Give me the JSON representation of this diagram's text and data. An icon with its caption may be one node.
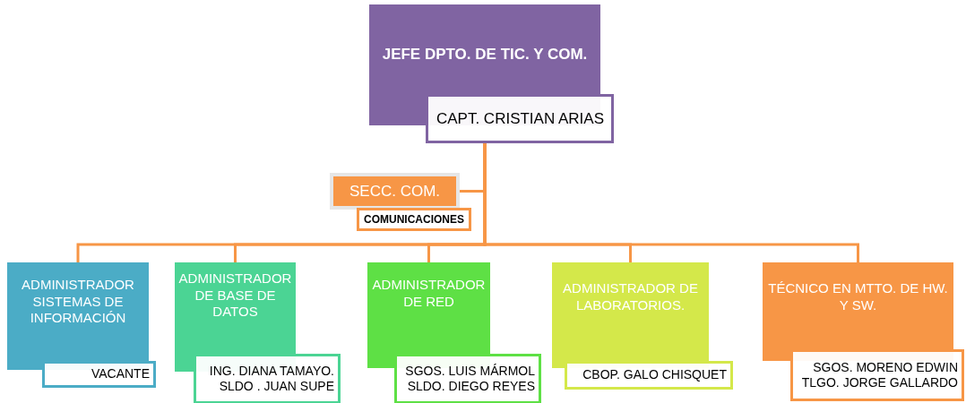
{
  "diagram": {
    "nodes": [
      {
        "text": [
          "JEFE DPTO. DE TIC. Y COM.",
          "CAPT. CRISTIAN ARIAS"
        ]
      },
      {
        "text": [
          "SECC. COM.",
          "COMUNICACIONES"
        ]
      },
      {
        "text": [
          "ADMINISTRADOR SISTEMAS DE INFORMACIÓN",
          "VACANTE"
        ]
      },
      {
        "text": [
          "ADMINISTRADOR DE BASE DE DATOS",
          "ING. DIANA TAMAYO.",
          "SLDO . JUAN SUPE"
        ]
      },
      {
        "text": [
          "ADMINISTRADOR DE RED",
          "SGOS. LUIS MÁRMOL",
          "SLDO. DIEGO REYES"
        ]
      },
      {
        "text": [
          "ADMINISTRADOR DE LABORATORIOS.",
          "CBOP. GALO CHISQUET"
        ]
      },
      {
        "text": [
          "TÉCNICO EN MTTO. DE HW. Y SW.",
          "SGOS. MORENO EDWIN",
          "TLGO. JORGE GALLARDO"
        ]
      }
    ],
    "edges": [
      {
        "from": 0,
        "to": 1,
        "arrow": "none"
      },
      {
        "from": 0,
        "to": 2,
        "arrow": "none"
      },
      {
        "from": 0,
        "to": 3,
        "arrow": "none"
      },
      {
        "from": 0,
        "to": 4,
        "arrow": "none"
      },
      {
        "from": 0,
        "to": 5,
        "arrow": "none"
      },
      {
        "from": 0,
        "to": 6,
        "arrow": "none"
      }
    ]
  }
}
